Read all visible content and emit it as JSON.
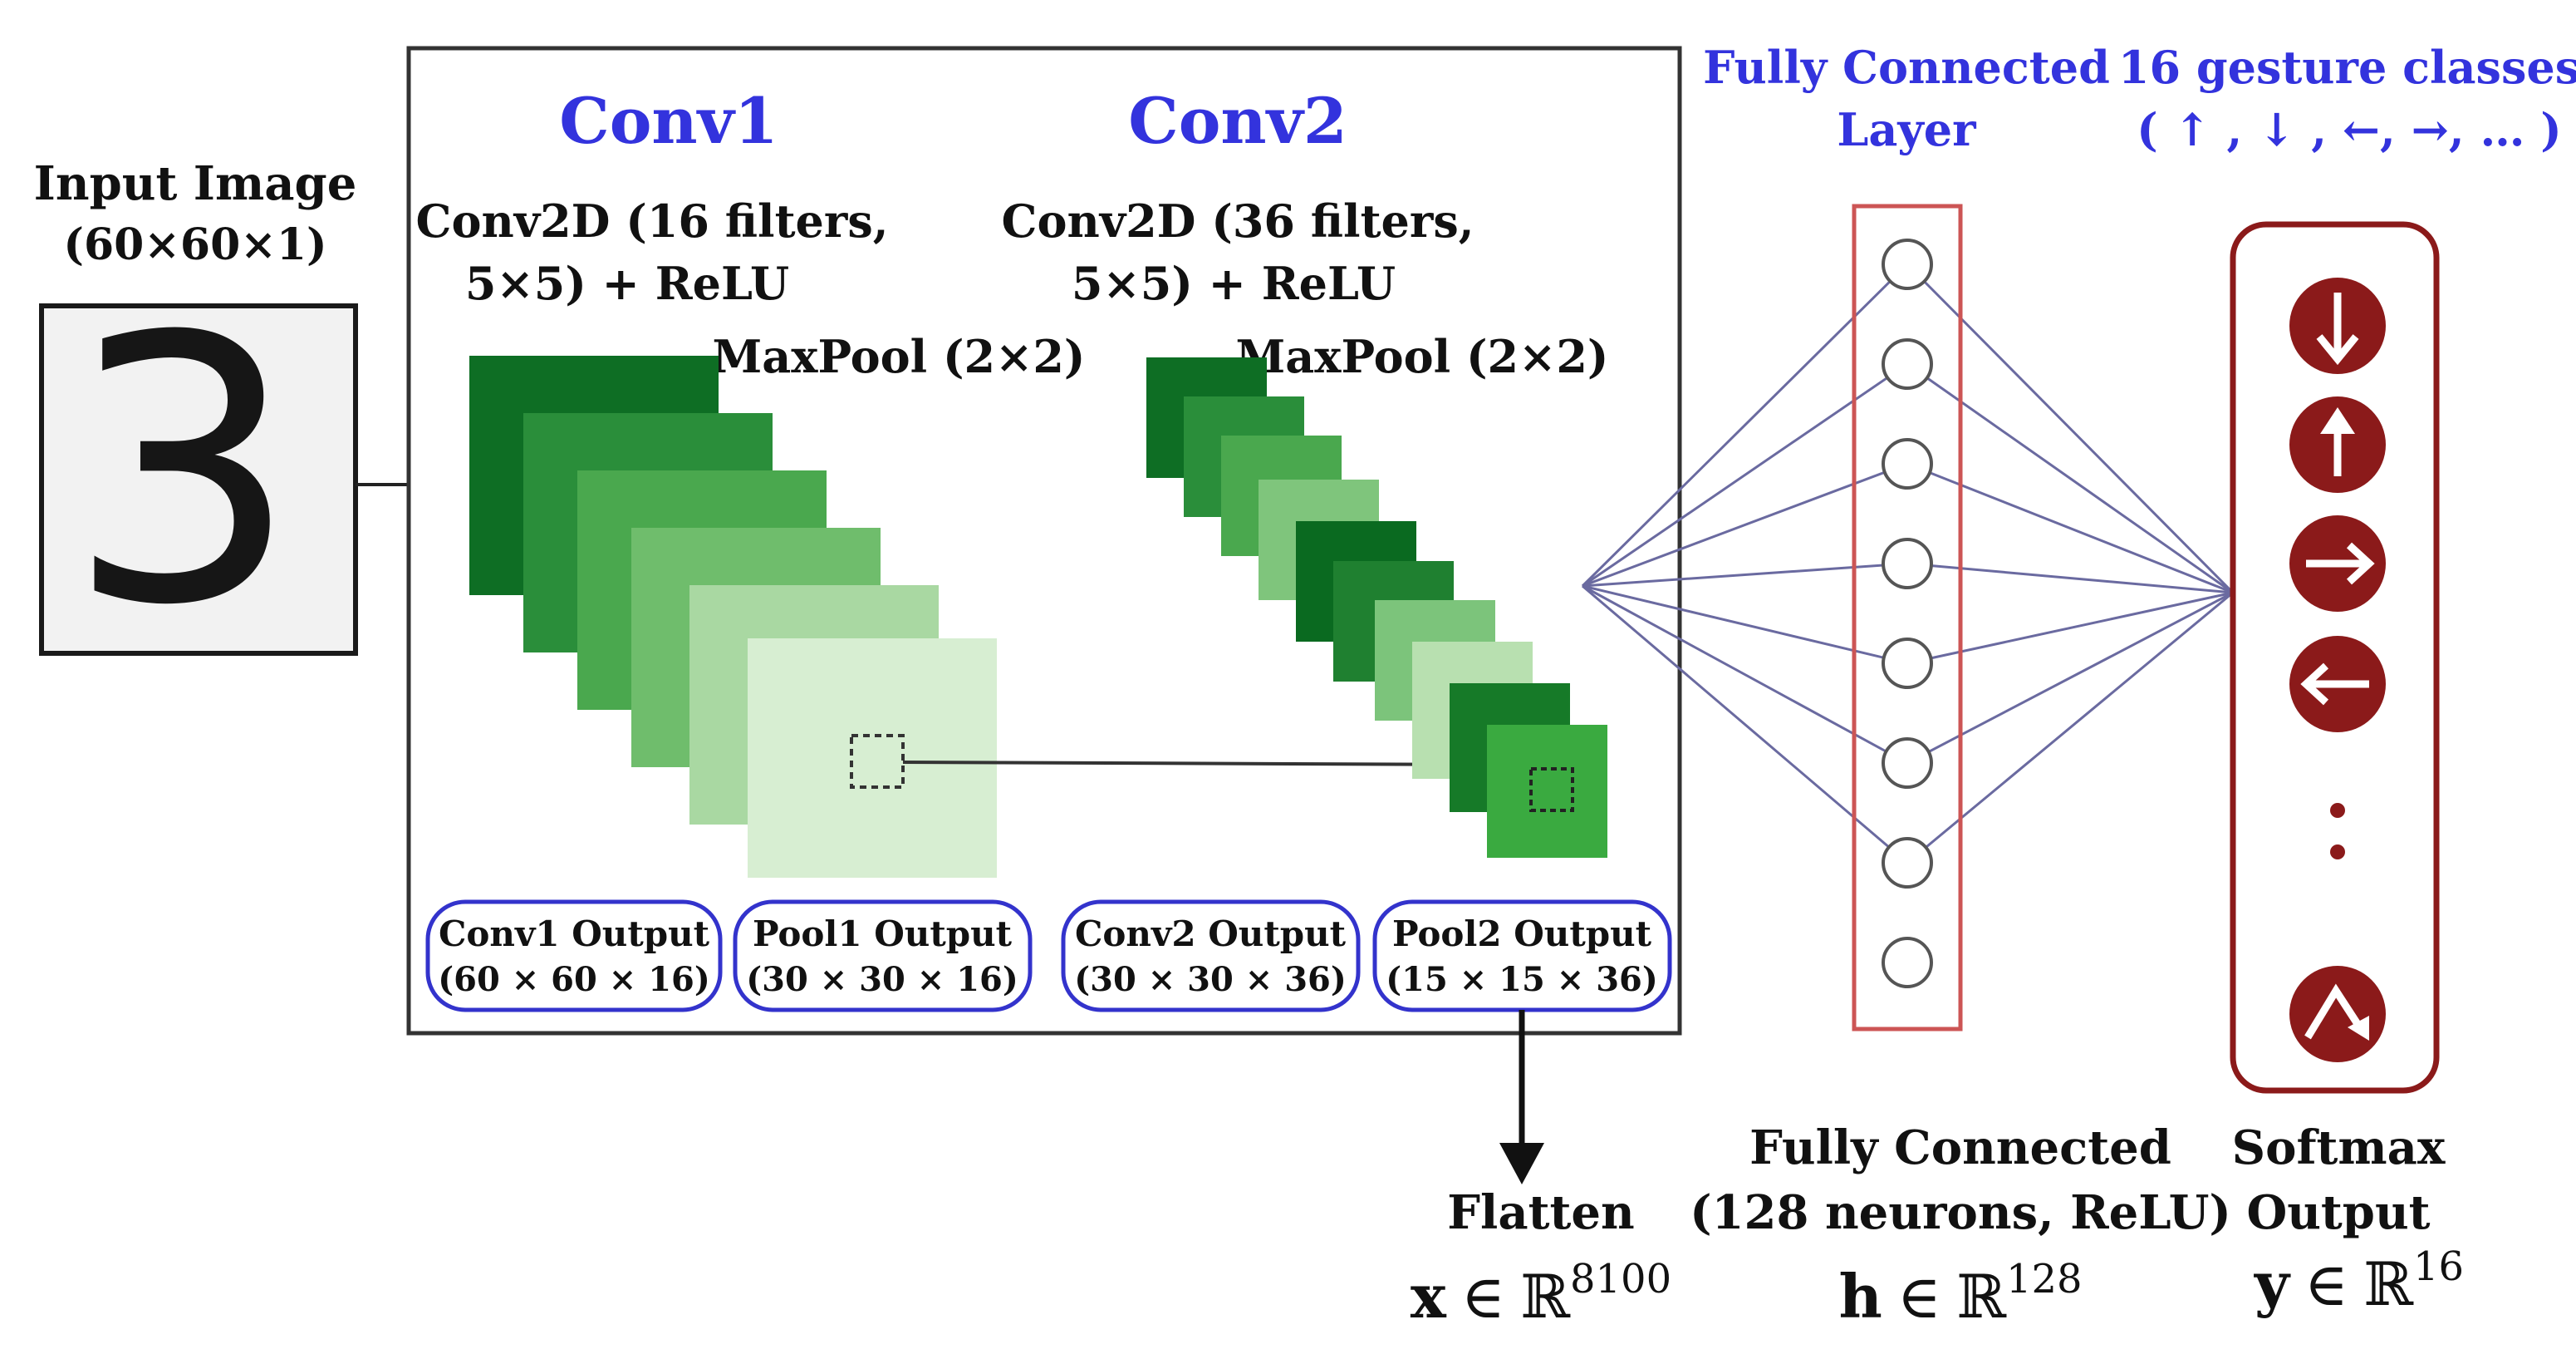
{
  "input": {
    "title_line1": "Input Image",
    "title_line2": "(60×60×1)",
    "digit": "3"
  },
  "conv1": {
    "title": "Conv1",
    "desc_line1": "Conv2D (16 filters,",
    "desc_line2": "5×5) + ReLU",
    "pool": "MaxPool (2×2)"
  },
  "conv2": {
    "title": "Conv2",
    "desc_line1": "Conv2D (36 filters,",
    "desc_line2": "5×5) + ReLU",
    "pool": "MaxPool (2×2)"
  },
  "outputs": [
    {
      "name": "Conv1 Output",
      "shape": "(60 × 60 × 16)"
    },
    {
      "name": "Pool1 Output",
      "shape": "(30 × 30 × 16)"
    },
    {
      "name": "Conv2 Output",
      "shape": "(30 × 30 × 36)"
    },
    {
      "name": "Pool2 Output",
      "shape": "(15 × 15 × 36)"
    }
  ],
  "fc": {
    "header_line1": "Fully Connected",
    "header_line2": "Layer",
    "caption_line1": "Fully Connected",
    "caption_line2": "(128 neurons, ReLU)",
    "math_var": "h",
    "math_exp": "128"
  },
  "classes": {
    "header_line1": "16 gesture classes",
    "header_line2": "( ↑ ,  ↓ , ←, →, … )",
    "caption_line1": "Softmax",
    "caption_line2": "Output",
    "math_var": "y",
    "math_exp": "16",
    "gestures": [
      "arrow-down",
      "arrow-up",
      "arrow-right",
      "arrow-left",
      "ellipsis",
      "zigzag"
    ]
  },
  "flatten": {
    "label": "Flatten",
    "math_var": "x",
    "math_exp": "8100"
  },
  "math_in": "∈",
  "math_R": "ℝ",
  "colors": {
    "title_blue": "#3333dd",
    "box_blue": "#3333cc",
    "fc_box": "#cc5555",
    "softmax_box": "#8b1a1a",
    "circle_fill": "#8b1a1a",
    "net_line": "#6a6aa0"
  }
}
